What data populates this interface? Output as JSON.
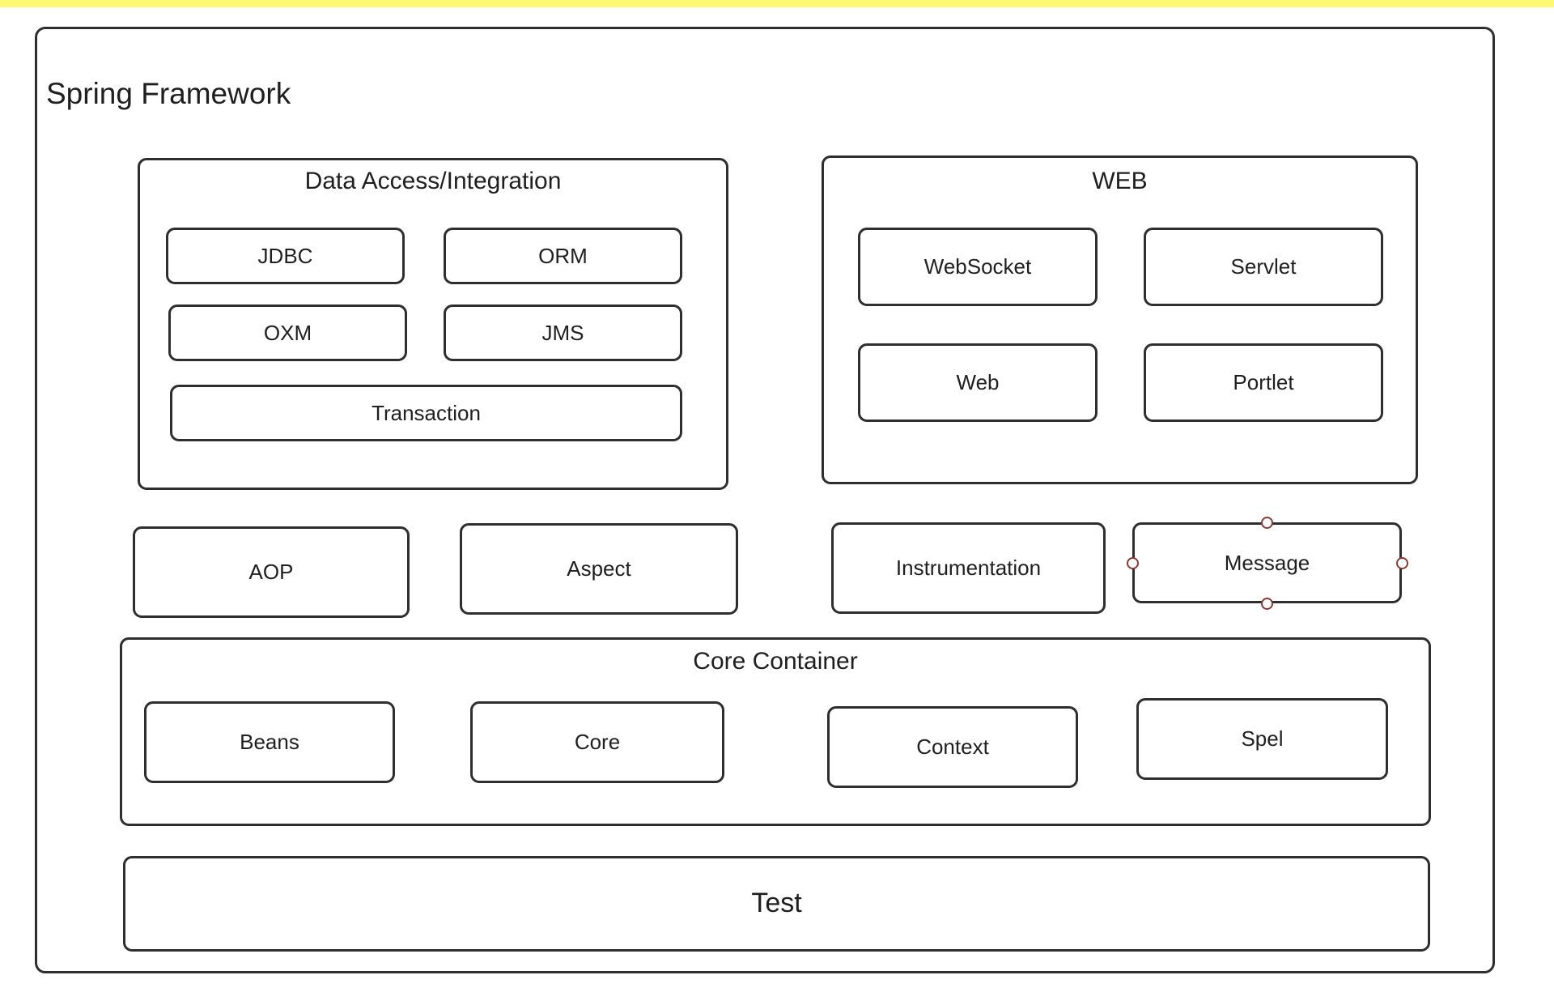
{
  "diagram": {
    "title": "Spring Framework",
    "accent_yellow": "#fff873",
    "border_color": "#2e2e2e",
    "handle_color": "#8a3a34",
    "background": "#ffffff"
  },
  "groups": {
    "data_access": {
      "title": "Data Access/Integration",
      "nodes": [
        {
          "label": "JDBC"
        },
        {
          "label": "ORM"
        },
        {
          "label": "OXM"
        },
        {
          "label": "JMS"
        },
        {
          "label": "Transaction"
        }
      ]
    },
    "web": {
      "title": "WEB",
      "nodes": [
        {
          "label": "WebSocket"
        },
        {
          "label": "Servlet"
        },
        {
          "label": "Web"
        },
        {
          "label": "Portlet"
        }
      ]
    },
    "core_container": {
      "title": "Core Container",
      "nodes": [
        {
          "label": "Beans"
        },
        {
          "label": "Core"
        },
        {
          "label": "Context"
        },
        {
          "label": "Spel"
        }
      ]
    }
  },
  "middle_row": {
    "nodes": [
      {
        "label": "AOP"
      },
      {
        "label": "Aspect"
      },
      {
        "label": "Instrumentation"
      },
      {
        "label": "Message",
        "selected": true
      }
    ]
  },
  "bottom_row": {
    "nodes": [
      {
        "label": "Test"
      }
    ]
  },
  "selection_handles": {
    "message": [
      "top",
      "right",
      "bottom",
      "left"
    ]
  }
}
